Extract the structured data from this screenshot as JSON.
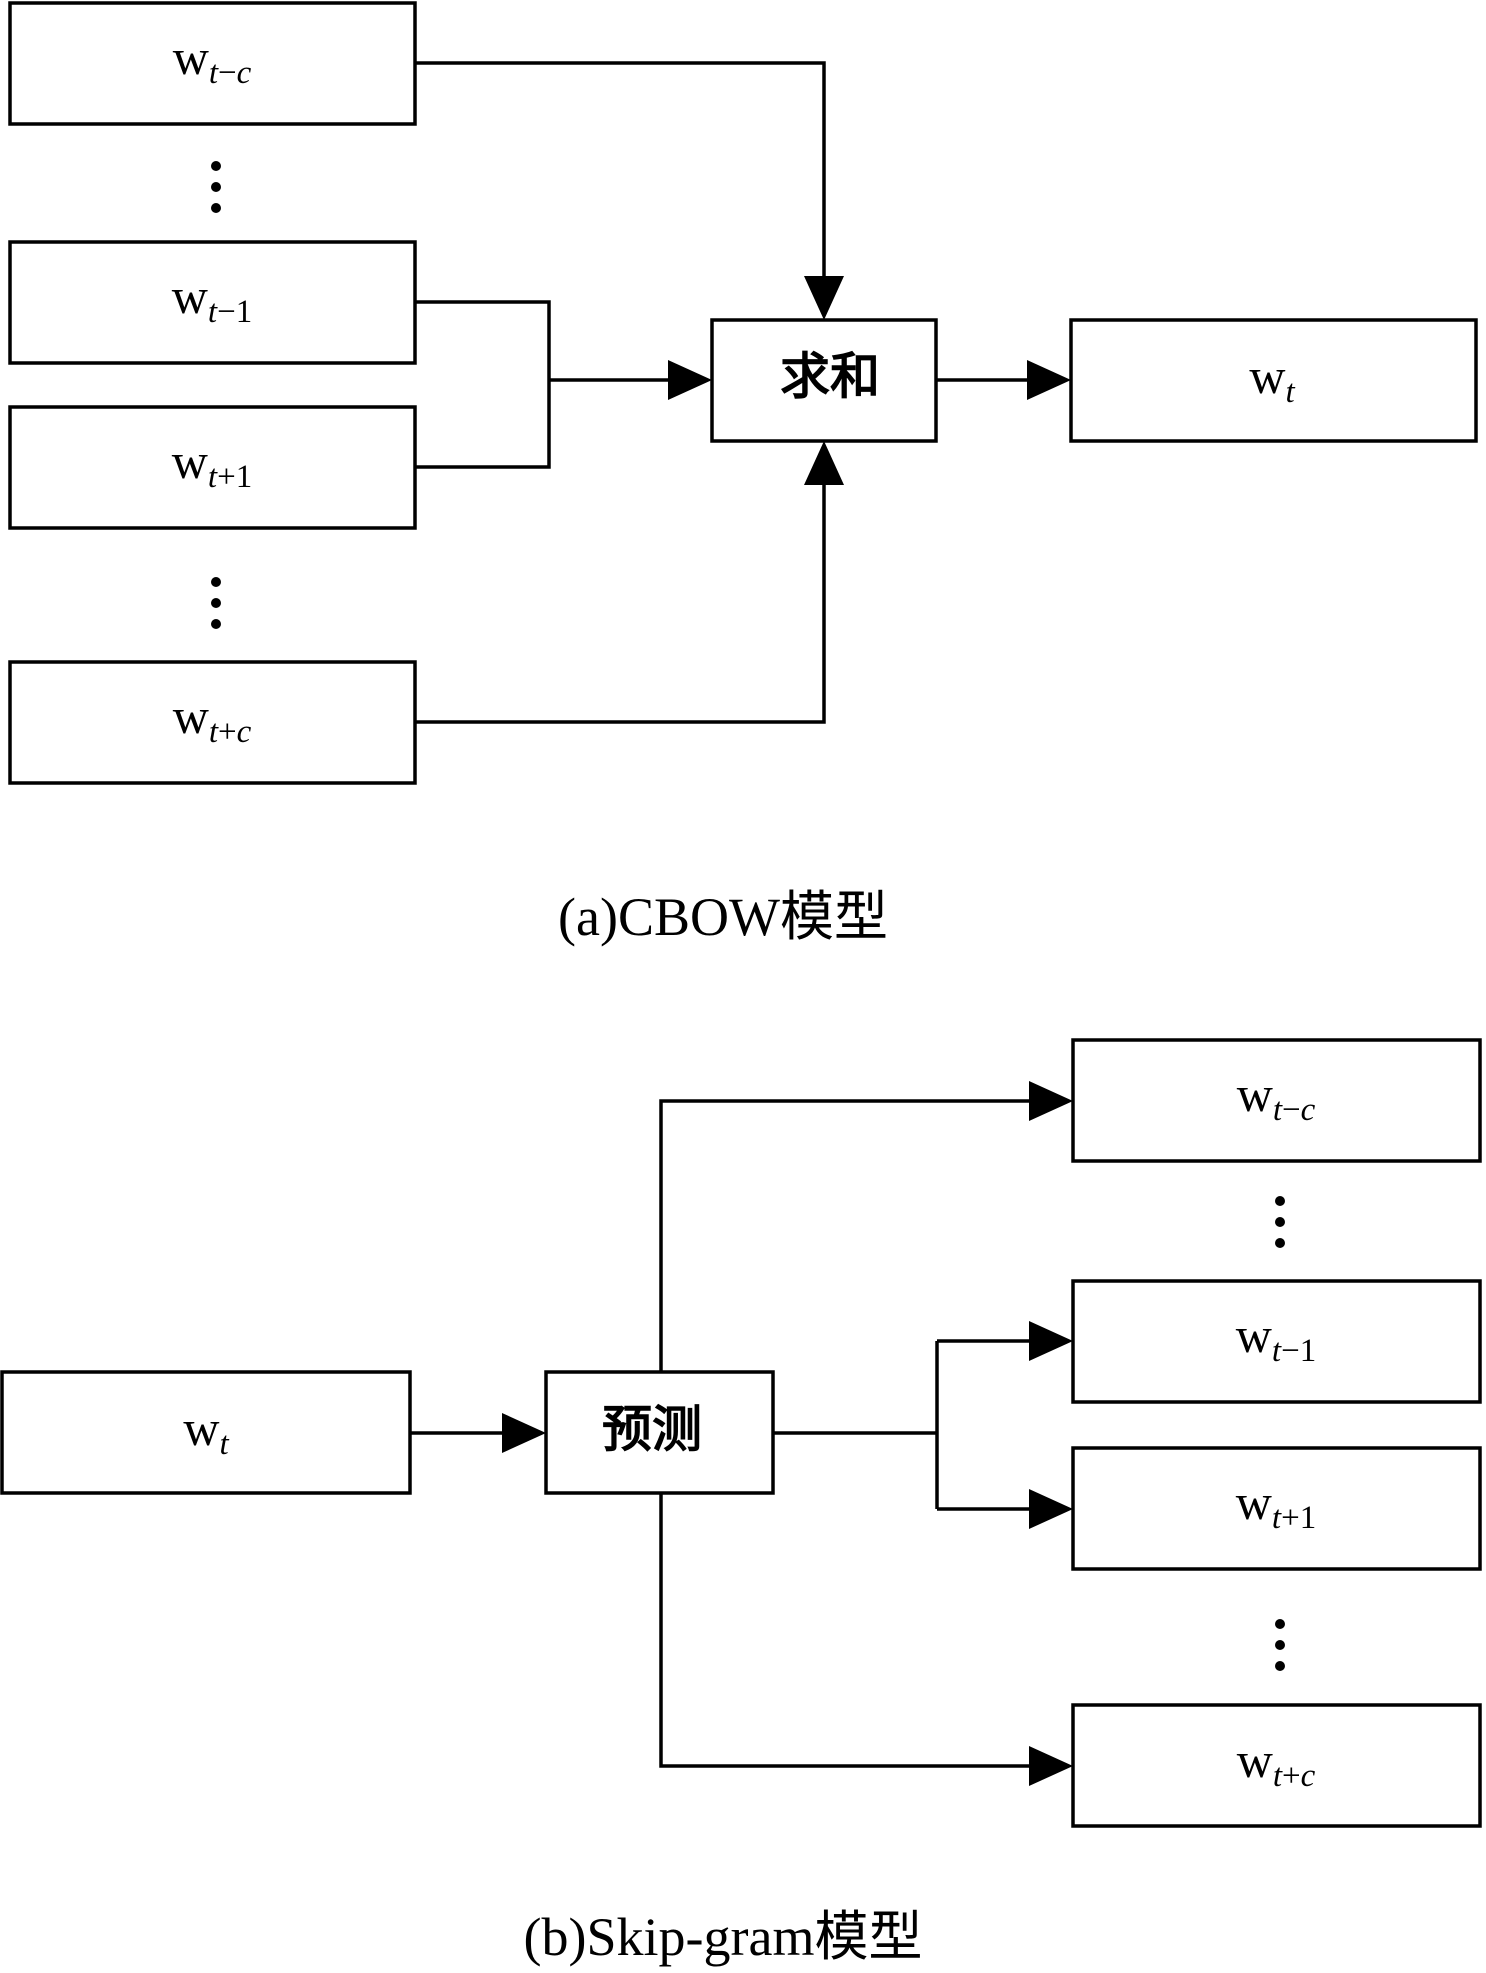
{
  "cbow": {
    "inputs": [
      {
        "base": "w",
        "sub_var": "t",
        "sub_rest": "−",
        "sub_tail": "c",
        "tail_italic": true
      },
      {
        "base": "w",
        "sub_var": "t",
        "sub_rest": "−",
        "sub_tail": "1",
        "tail_italic": false
      },
      {
        "base": "w",
        "sub_var": "t",
        "sub_rest": "+",
        "sub_tail": "1",
        "tail_italic": false
      },
      {
        "base": "w",
        "sub_var": "t",
        "sub_rest": "+",
        "sub_tail": "c",
        "tail_italic": true
      }
    ],
    "operation": "求和",
    "output": {
      "base": "w",
      "sub_var": "t",
      "sub_rest": "",
      "sub_tail": "",
      "tail_italic": false
    },
    "caption": "(a)CBOW模型"
  },
  "skipgram": {
    "input": {
      "base": "w",
      "sub_var": "t",
      "sub_rest": "",
      "sub_tail": "",
      "tail_italic": false
    },
    "operation": "预测",
    "outputs": [
      {
        "base": "w",
        "sub_var": "t",
        "sub_rest": "−",
        "sub_tail": "c",
        "tail_italic": true
      },
      {
        "base": "w",
        "sub_var": "t",
        "sub_rest": "−",
        "sub_tail": "1",
        "tail_italic": false
      },
      {
        "base": "w",
        "sub_var": "t",
        "sub_rest": "+",
        "sub_tail": "1",
        "tail_italic": false
      },
      {
        "base": "w",
        "sub_var": "t",
        "sub_rest": "+",
        "sub_tail": "c",
        "tail_italic": true
      }
    ],
    "caption": "(b)Skip-gram模型"
  }
}
